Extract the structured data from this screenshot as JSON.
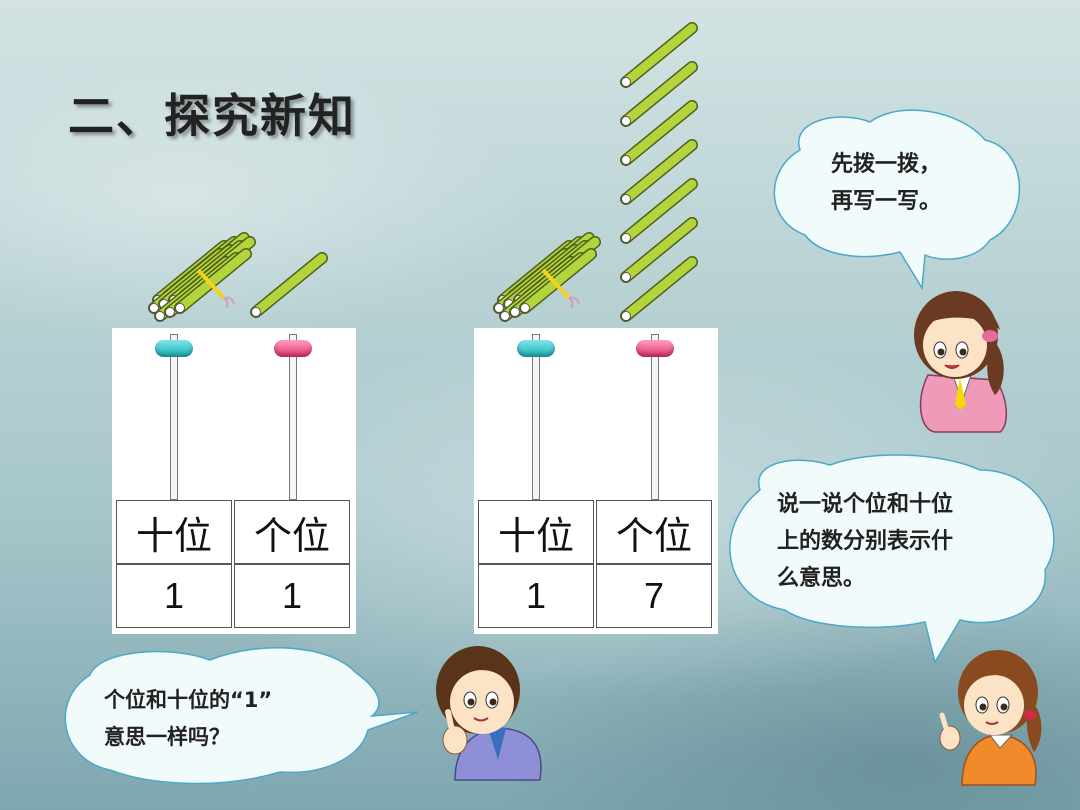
{
  "slide": {
    "title": "二、探究新知"
  },
  "abacus_left": {
    "tens_label": "十位",
    "ones_label": "个位",
    "tens_value": "1",
    "ones_value": "1"
  },
  "abacus_right": {
    "tens_label": "十位",
    "ones_label": "个位",
    "tens_value": "1",
    "ones_value": "7"
  },
  "bubbles": {
    "top_right": [
      "先拨一拨，",
      "再写一写。"
    ],
    "middle_right": [
      "说一说个位和十位",
      "上的数分别表示什",
      "么意思。"
    ],
    "bottom_left": [
      "个位和十位的“1”",
      "意思一样吗？"
    ]
  },
  "sticks": {
    "left_bundles": 1,
    "left_singles": 1,
    "right_bundles": 1,
    "right_singles": 7
  },
  "colors": {
    "stick_green": "#b3d43c",
    "bead_tens": "#1ab2b8",
    "bead_ones": "#e2336c",
    "bubble_fill": "#f2fbfc"
  },
  "characters": [
    "girl-top-right",
    "boy-bottom-center",
    "girl-bottom-right"
  ]
}
